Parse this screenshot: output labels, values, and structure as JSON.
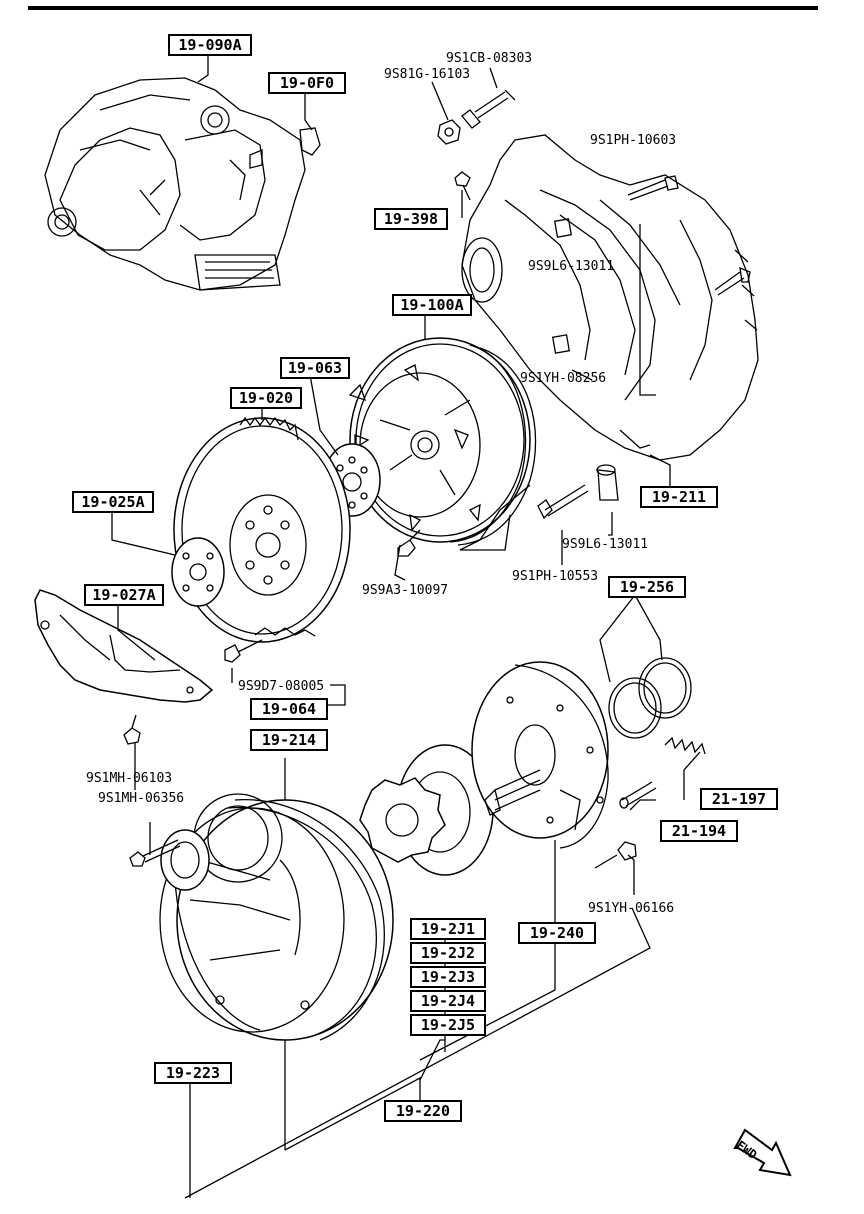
{
  "group_labels": {
    "l_19_090A": "19-090A",
    "l_19_0F0": "19-0F0",
    "l_19_398": "19-398",
    "l_19_100A": "19-100A",
    "l_19_063": "19-063",
    "l_19_020": "19-020",
    "l_19_025A": "19-025A",
    "l_19_027A": "19-027A",
    "l_19_064": "19-064",
    "l_19_214": "19-214",
    "l_19_211": "19-211",
    "l_19_256": "19-256",
    "l_21_197": "21-197",
    "l_21_194": "21-194",
    "l_19_240": "19-240",
    "l_19_2J1": "19-2J1",
    "l_19_2J2": "19-2J2",
    "l_19_2J3": "19-2J3",
    "l_19_2J4": "19-2J4",
    "l_19_2J5": "19-2J5",
    "l_19_223": "19-223",
    "l_19_220": "19-220"
  },
  "part_numbers": {
    "p_9S1CB_08303": "9S1CB-08303",
    "p_9S81G_16103": "9S81G-16103",
    "p_9S1PH_10603": "9S1PH-10603",
    "p_9S9L6_13011_a": "9S9L6-13011",
    "p_9S1YH_08256": "9S1YH-08256",
    "p_9S9L6_13011_b": "9S9L6-13011",
    "p_9S1PH_10553": "9S1PH-10553",
    "p_9S9A3_10097": "9S9A3-10097",
    "p_9S9D7_08005": "9S9D7-08005",
    "p_9S1MH_06103": "9S1MH-06103",
    "p_9S1MH_06356": "9S1MH-06356",
    "p_9S1YH_06166": "9S1YH-06166"
  },
  "direction_arrow": {
    "label": "FWD"
  }
}
